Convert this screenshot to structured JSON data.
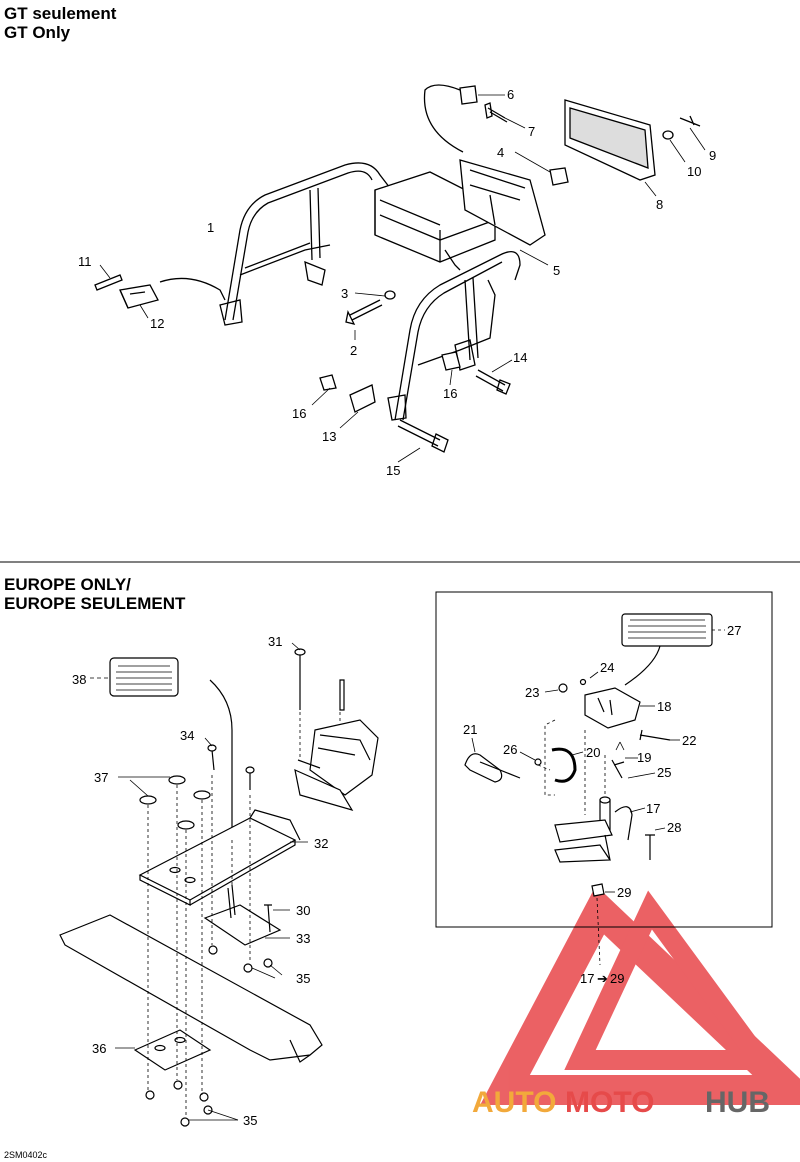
{
  "section_gt": {
    "title_fr": "GT seulement",
    "title_en": "GT Only"
  },
  "section_europe": {
    "title_en": "EUROPE ONLY/",
    "title_fr": "EUROPE SEULEMENT"
  },
  "top_callouts": [
    "1",
    "2",
    "3",
    "4",
    "5",
    "6",
    "7",
    "8",
    "9",
    "10",
    "11",
    "12",
    "13",
    "14",
    "15",
    "16",
    "16"
  ],
  "bottom_callouts": [
    "17",
    "18",
    "19",
    "20",
    "21",
    "22",
    "23",
    "24",
    "25",
    "26",
    "27",
    "28",
    "29",
    "30",
    "31",
    "32",
    "33",
    "34",
    "35",
    "35",
    "36",
    "37",
    "38"
  ],
  "inset_ref": {
    "from": "17",
    "to": "29"
  },
  "drawing_code": "2SM0402c",
  "watermark": {
    "part1": "AUTO",
    "part2": "MOTO",
    "part3": "HUB",
    "color1": "#f2a93b",
    "color2": "#e64a4a",
    "color3": "#666666"
  },
  "colors": {
    "line": "#000000",
    "watermark_red": "#e8464a"
  }
}
